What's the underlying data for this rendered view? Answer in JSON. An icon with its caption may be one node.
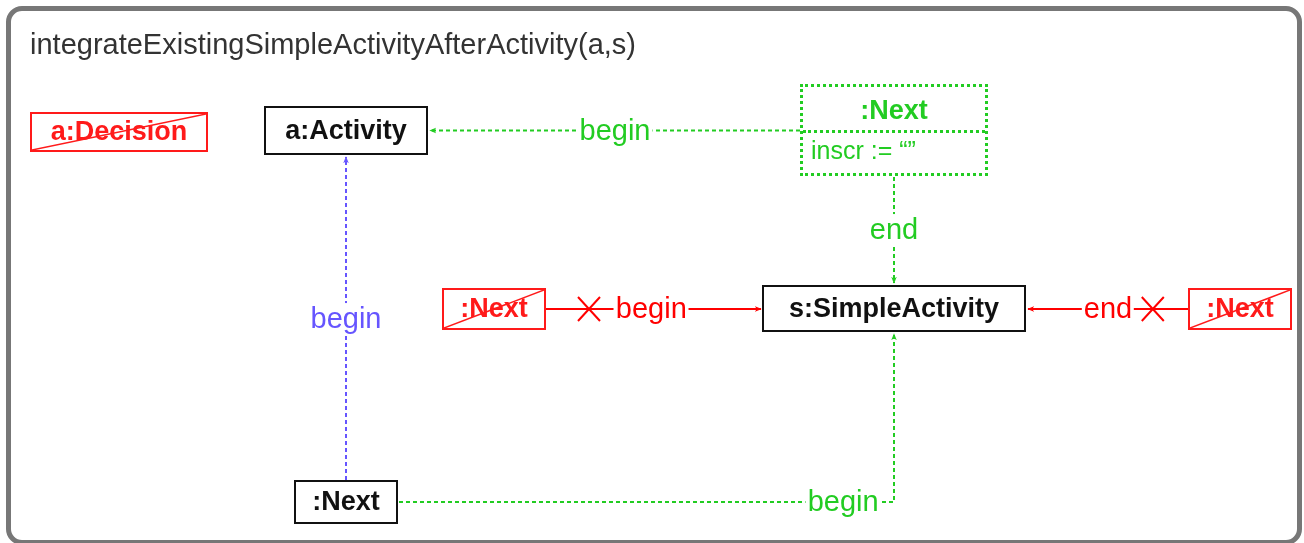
{
  "diagram": {
    "title": "integrateExistingSimpleActivityAfterActivity(a,s)",
    "nodes": [
      {
        "text": [
          "a:Decision"
        ]
      },
      {
        "text": [
          "a:Activity"
        ]
      },
      {
        "text": [
          ":Next",
          "inscr := “”"
        ]
      },
      {
        "text": [
          ":Next"
        ]
      },
      {
        "text": [
          "s:SimpleActivity"
        ]
      },
      {
        "text": [
          ":Next"
        ]
      },
      {
        "text": [
          ":Next"
        ]
      }
    ],
    "edges": [
      {
        "from": 2,
        "to": 1,
        "arrow": "to",
        "label": "begin",
        "style": "dashed",
        "color": "#22cc22"
      },
      {
        "from": 2,
        "to": 4,
        "arrow": "to",
        "label": "end",
        "style": "dashed",
        "color": "#22cc22"
      },
      {
        "from": 3,
        "to": 4,
        "arrow": "to",
        "label": "begin",
        "color": "#ff0000"
      },
      {
        "from": 5,
        "to": 4,
        "arrow": "to",
        "label": "end",
        "color": "#ff0000"
      },
      {
        "from": 6,
        "to": 1,
        "arrow": "to",
        "label": "begin",
        "style": "dashed",
        "color": "#6655ff"
      },
      {
        "from": 6,
        "to": 4,
        "arrow": "to",
        "label": "begin",
        "style": "dashed",
        "color": "#22cc22"
      }
    ]
  }
}
